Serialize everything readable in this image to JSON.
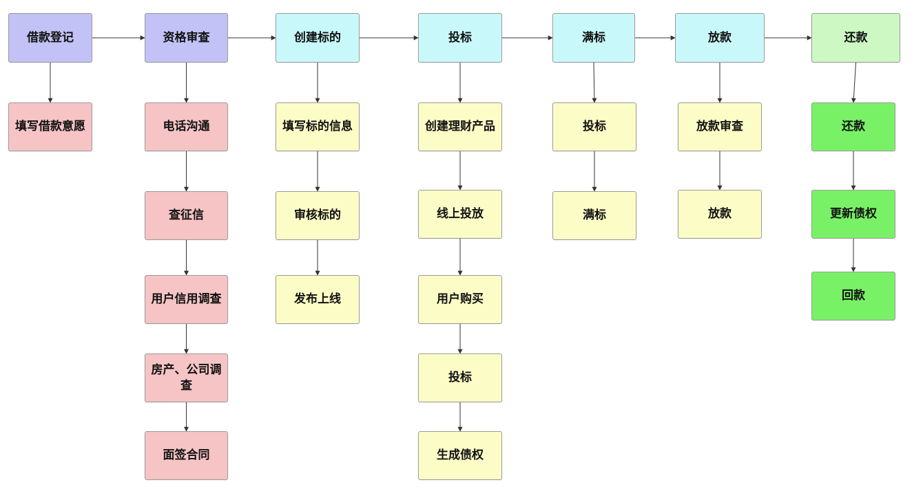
{
  "colors": {
    "lavender": "#c2c2f6",
    "cyan": "#c8f8fa",
    "palegreen": "#cdf8c4",
    "pink": "#f6c4c4",
    "yellow": "#fcfcc6",
    "green": "#79f166",
    "edge": "#333333"
  },
  "header": {
    "loan_register": "借款登记",
    "qualification_review": "资格审查",
    "create_bid": "创建标的",
    "tender": "投标",
    "full_bid": "满标",
    "disburse": "放款",
    "repay": "还款"
  },
  "loan_register_steps": {
    "fill_intent": "填写借款意愿"
  },
  "qualification_steps": {
    "phone_contact": "电话沟通",
    "check_credit": "查征信",
    "credit_survey": "用户信用调查",
    "property_survey": "房产、公司调查",
    "sign_contract": "面签合同"
  },
  "create_bid_steps": {
    "fill_info": "填写标的信息",
    "audit_bid": "审核标的",
    "publish": "发布上线"
  },
  "tender_steps": {
    "create_product": "创建理财产品",
    "online_launch": "线上投放",
    "user_purchase": "用户购买",
    "tender": "投标",
    "gen_claim": "生成债权"
  },
  "full_bid_steps": {
    "tender": "投标",
    "full_bid": "满标"
  },
  "disburse_steps": {
    "disburse_review": "放款审查",
    "disburse": "放款"
  },
  "repay_steps": {
    "repay": "还款",
    "update_claim": "更新债权",
    "collect": "回款"
  }
}
